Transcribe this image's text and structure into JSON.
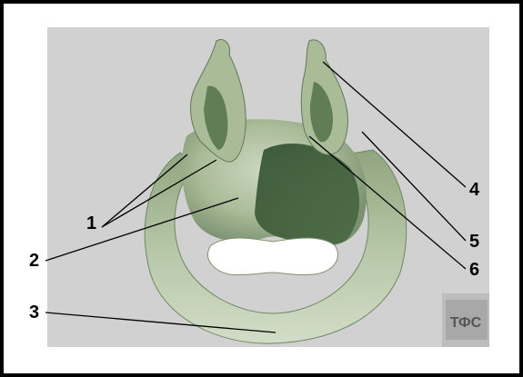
{
  "labels": {
    "l1": "1",
    "l2": "2",
    "l3": "3",
    "l4": "4",
    "l5": "5",
    "l6": "6"
  },
  "watermark": "ТФС",
  "colors": {
    "background_panel": "#d0d0d0",
    "bone_light": "#c5d4b8",
    "bone_mid": "#9fb48f",
    "bone_dark": "#4f6d48",
    "bone_shadow": "#33502f",
    "leader_line": "#000000"
  }
}
